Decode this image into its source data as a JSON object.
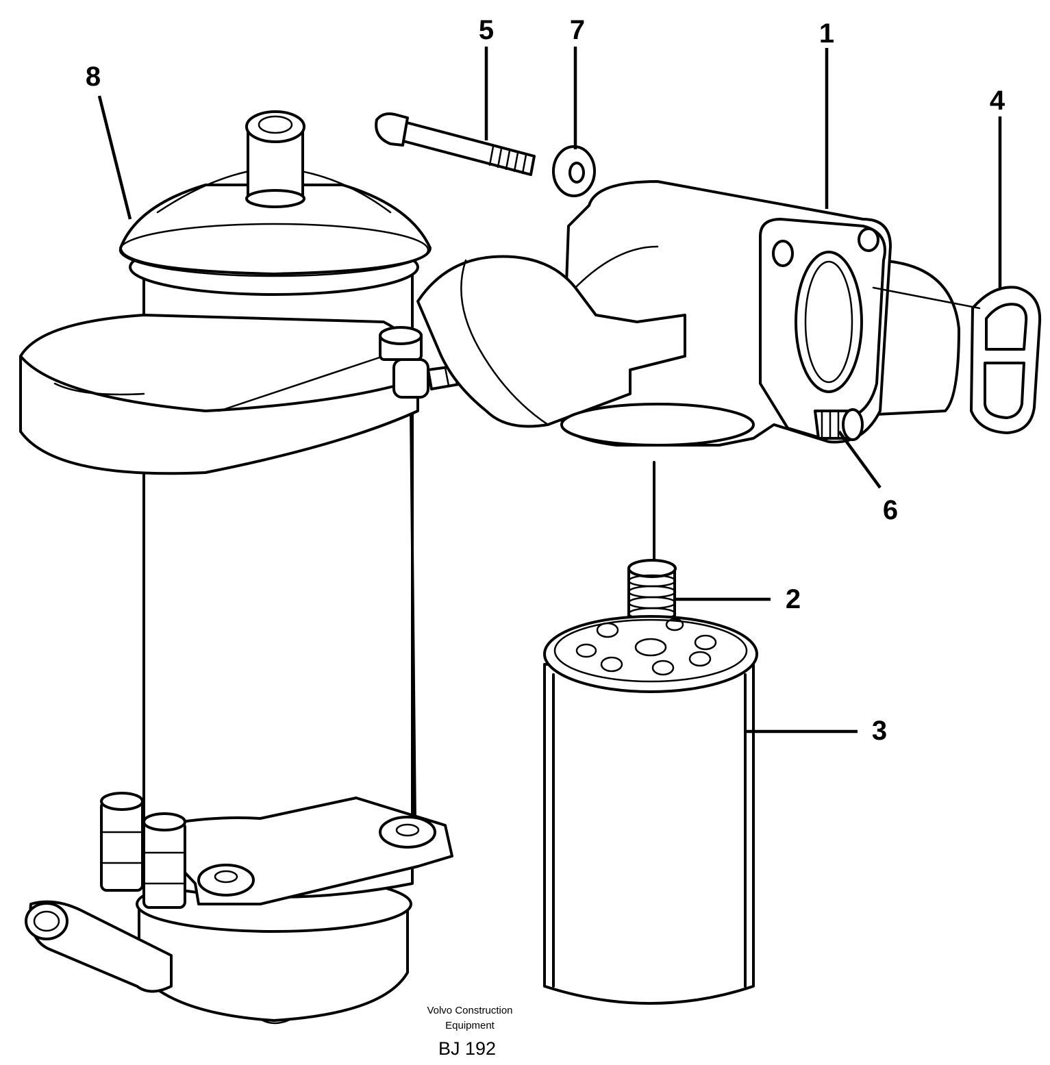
{
  "callouts": {
    "c1": "1",
    "c2": "2",
    "c3": "3",
    "c4": "4",
    "c5": "5",
    "c6": "6",
    "c7": "7",
    "c8": "8"
  },
  "footer": {
    "line1": "Volvo Construction",
    "line2": "Equipment",
    "code": "BJ 192"
  }
}
